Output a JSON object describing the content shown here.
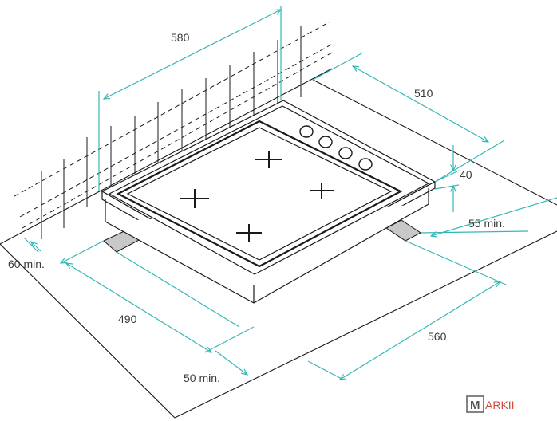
{
  "dimensions": {
    "width_580": "580",
    "depth_510": "510",
    "height_40": "40",
    "clear_55": "55 min.",
    "clear_60": "60 min.",
    "cut_490": "490",
    "cut_560": "560",
    "clear_50": "50 min."
  },
  "logo": {
    "mark": "M",
    "rest": "ARKII"
  },
  "colors": {
    "line": "#1a1a1a",
    "dimension": "#36b7b7",
    "logo_accent": "#d44a3a"
  }
}
